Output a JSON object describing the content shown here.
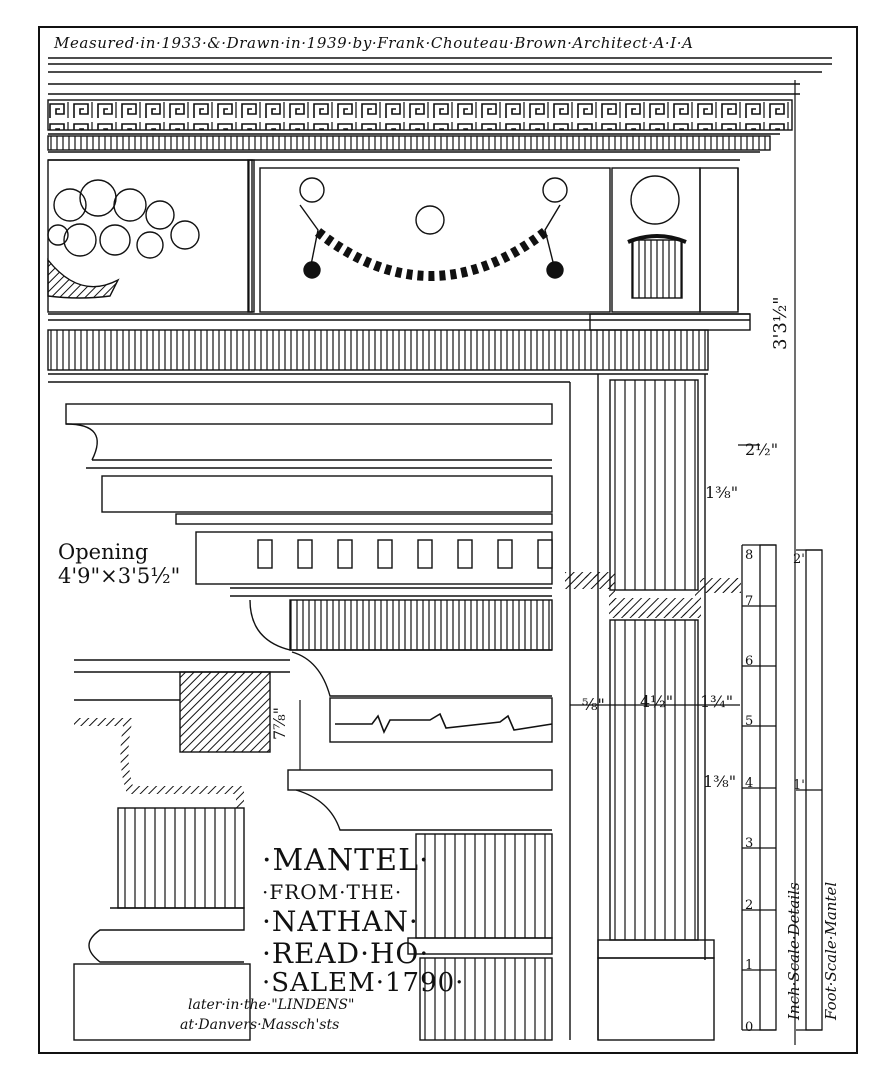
{
  "credit": "Measured·in·1933·&·Drawn·in·1939·by·Frank·Chouteau·Brown·Architect·A·I·A",
  "opening": {
    "line1": "Opening",
    "line2": "4'9\"×3'5½\""
  },
  "title": {
    "line1": "·MANTEL·",
    "line2": "·FROM·THE·",
    "line3": "·NATHAN·",
    "line4": "·READ·HO·",
    "line5": "·SALEM·1790·"
  },
  "note": {
    "line1": "later·in·the·\"LINDENS\"",
    "line2": "at·Danvers·Massch'sts"
  },
  "dimensions": {
    "overall_height": "3'3½\"",
    "two_half": "2½\"",
    "one_three_eighths_a": "1⅜\"",
    "five_eighths": "⅝\"",
    "four_half": "4½\"",
    "one_three_quarters": "1¾\"",
    "one_three_eighths_b": "1⅜\"",
    "seven_seven_eighths": "7⅞\""
  },
  "scales": {
    "inch_label": "Inch·Scale·Details",
    "foot_label": "Foot·Scale·Mantel",
    "inch_ticks": [
      "0",
      "1",
      "2",
      "3",
      "4",
      "5",
      "6",
      "7",
      "8"
    ],
    "foot_ticks": [
      "1'",
      "2'"
    ]
  },
  "colors": {
    "ink": "#111111",
    "paper": "#ffffff"
  }
}
